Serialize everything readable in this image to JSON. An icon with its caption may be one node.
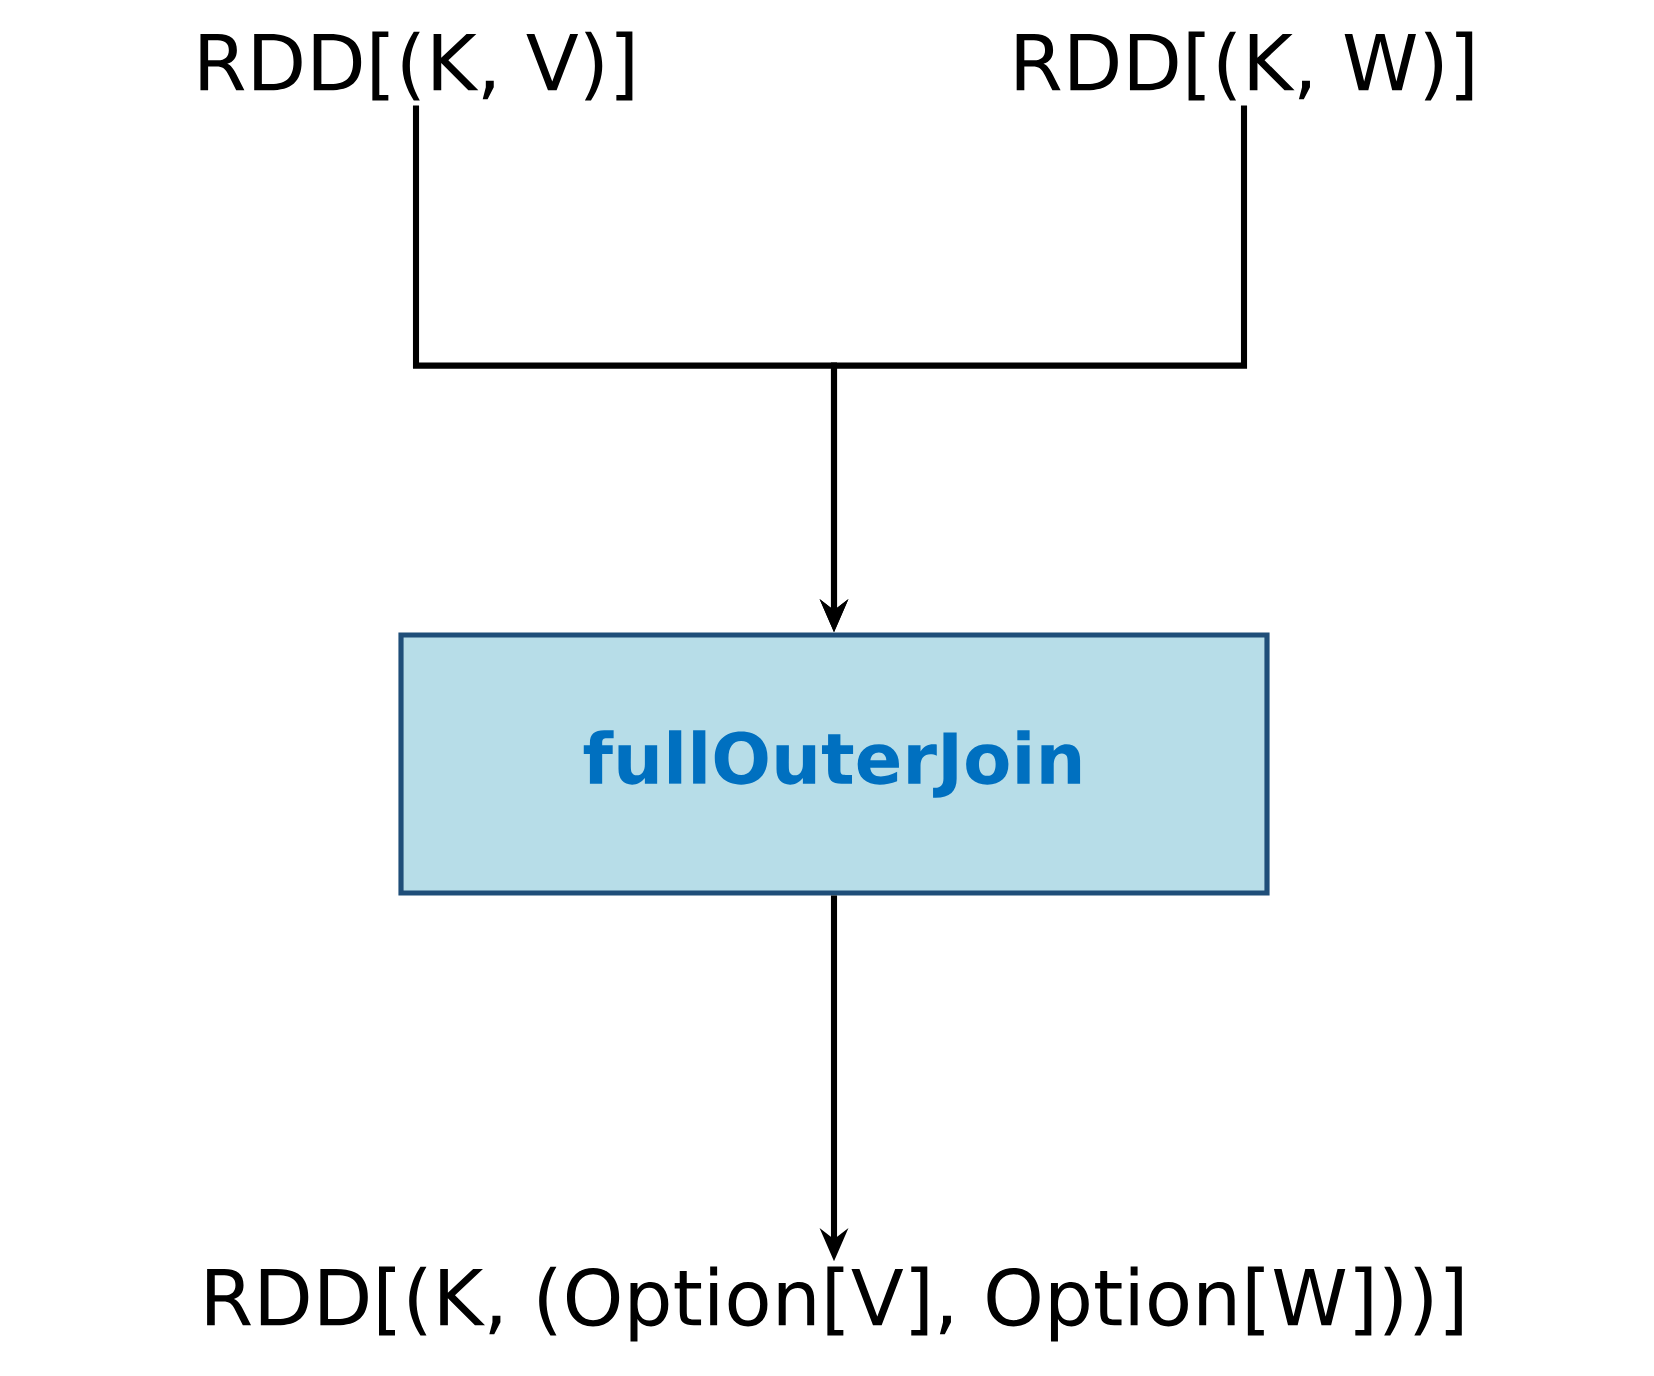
{
  "diagram": {
    "nodes": [
      {
        "text": [
          "RDD[(K, V)]"
        ]
      },
      {
        "text": [
          "RDD[(K, W)]"
        ]
      },
      {
        "text": [
          "fullOuterJoin"
        ]
      },
      {
        "text": [
          "RDD[(K, (Option[V], Option[W]))]"
        ]
      }
    ],
    "edges": [
      {
        "from": 0,
        "to": 2,
        "arrow": "to"
      },
      {
        "from": 1,
        "to": 2,
        "arrow": "to"
      },
      {
        "from": 2,
        "to": 3,
        "arrow": "to"
      }
    ]
  }
}
